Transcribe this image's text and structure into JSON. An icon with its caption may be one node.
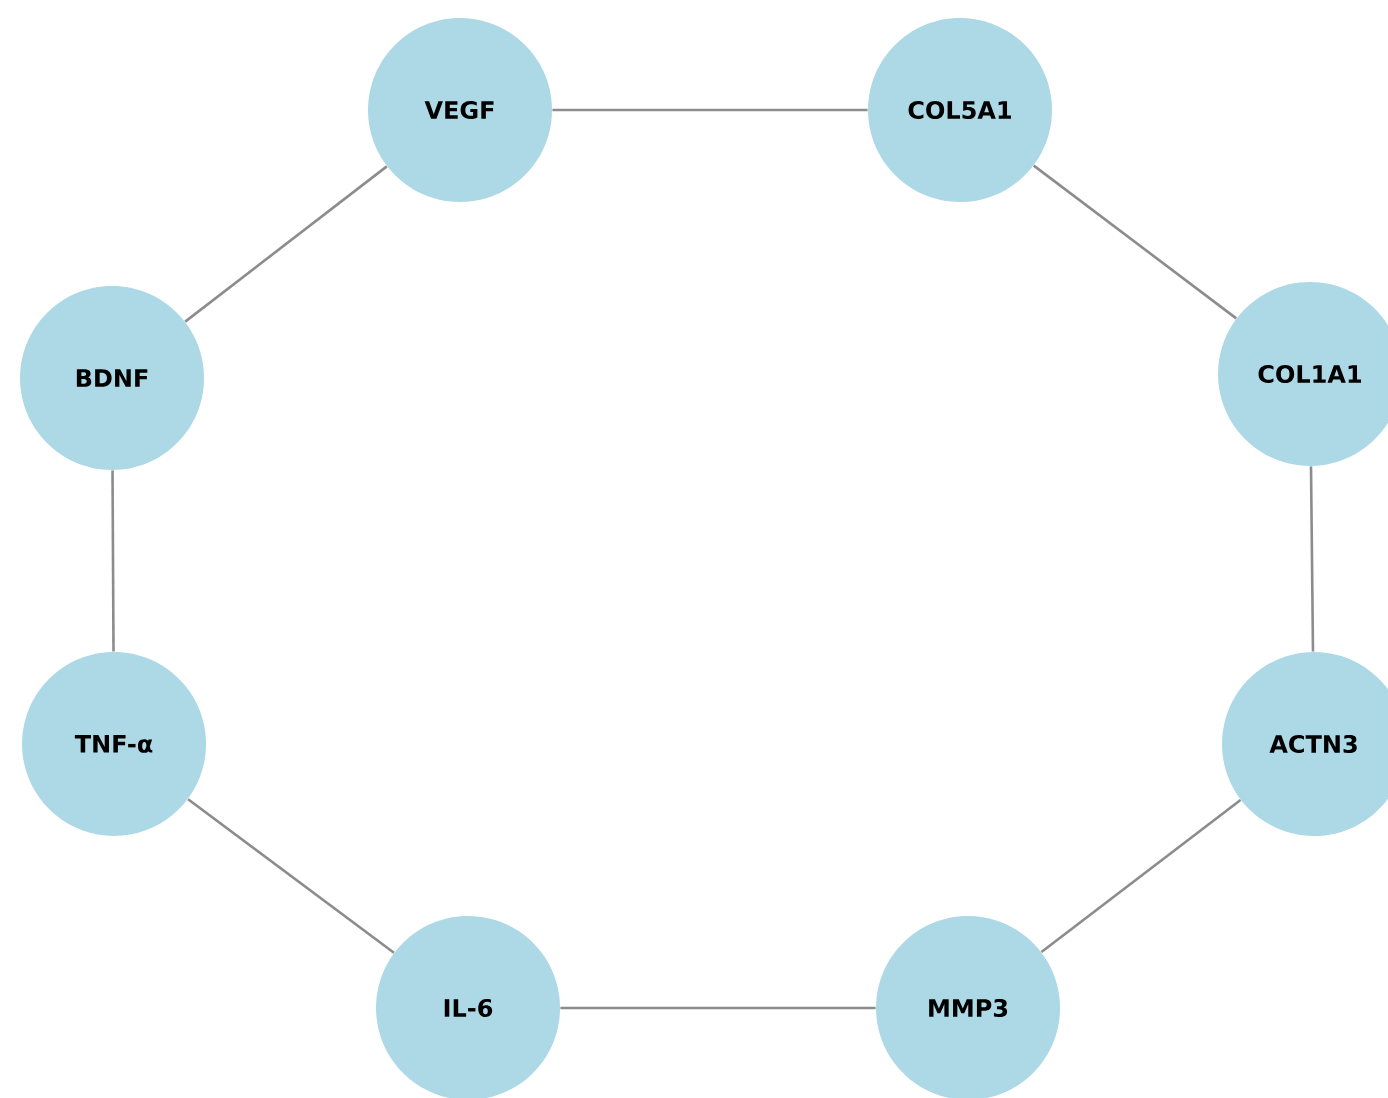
{
  "diagram": {
    "nodes": [
      {
        "text": [
          "VEGF"
        ]
      },
      {
        "text": [
          "COL5A1"
        ]
      },
      {
        "text": [
          "BDNF"
        ]
      },
      {
        "text": [
          "COL1A1"
        ]
      },
      {
        "text": [
          "TNF-α"
        ]
      },
      {
        "text": [
          "ACTN3"
        ]
      },
      {
        "text": [
          "IL-6"
        ]
      },
      {
        "text": [
          "MMP3"
        ]
      }
    ],
    "edges": [
      {
        "from": 0,
        "to": 1,
        "arrow": "none"
      },
      {
        "from": 1,
        "to": 3,
        "arrow": "none"
      },
      {
        "from": 3,
        "to": 5,
        "arrow": "none"
      },
      {
        "from": 5,
        "to": 7,
        "arrow": "none"
      },
      {
        "from": 7,
        "to": 6,
        "arrow": "none"
      },
      {
        "from": 6,
        "to": 4,
        "arrow": "none"
      },
      {
        "from": 4,
        "to": 2,
        "arrow": "none"
      },
      {
        "from": 2,
        "to": 0,
        "arrow": "none"
      }
    ]
  }
}
